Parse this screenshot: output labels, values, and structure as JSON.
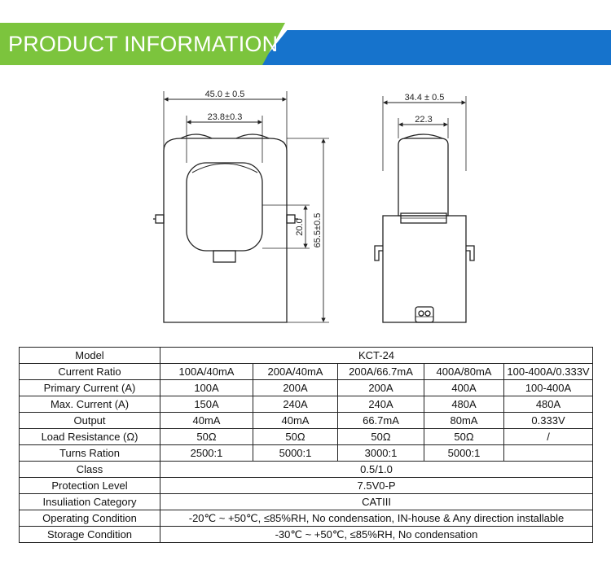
{
  "banner": {
    "title": "PRODUCT INFORMATION",
    "green": "#7cc43d",
    "blue": "#1673cc"
  },
  "dimensions": {
    "front_width": "45.0 ± 0.5",
    "front_inner": "23.8±0.3",
    "front_height": "65.5±0.5",
    "front_window": "20.0",
    "side_width": "34.4 ± 0.5",
    "side_inner": "22.3"
  },
  "table": {
    "model": {
      "label": "Model",
      "value": "KCT-24"
    },
    "current_ratio": {
      "label": "Current Ratio",
      "values": [
        "100A/40mA",
        "200A/40mA",
        "200A/66.7mA",
        "400A/80mA",
        "100-400A/0.333V"
      ]
    },
    "primary_current": {
      "label": "Primary Current (A)",
      "values": [
        "100A",
        "200A",
        "200A",
        "400A",
        "100-400A"
      ]
    },
    "max_current": {
      "label": "Max. Current (A)",
      "values": [
        "150A",
        "240A",
        "240A",
        "480A",
        "480A"
      ]
    },
    "output": {
      "label": "Output",
      "values": [
        "40mA",
        "40mA",
        "66.7mA",
        "80mA",
        "0.333V"
      ]
    },
    "load_resistance": {
      "label": "Load Resistance (Ω)",
      "values": [
        "50Ω",
        "50Ω",
        "50Ω",
        "50Ω",
        "/"
      ]
    },
    "turns_ratio": {
      "label": "Turns Ration",
      "values": [
        "2500:1",
        "5000:1",
        "3000:1",
        "5000:1",
        ""
      ]
    },
    "class": {
      "label": "Class",
      "value": "0.5/1.0"
    },
    "protection_level": {
      "label": "Protection Level",
      "value": "7.5V0-P"
    },
    "insulation_category": {
      "label": "Insuliation Category",
      "value": "CATIII"
    },
    "operating_condition": {
      "label": "Operating Condition",
      "value": "-20℃ ~ +50℃, ≤85%RH, No condensation, IN-house & Any direction installable"
    },
    "storage_condition": {
      "label": "Storage Condition",
      "value": "-30℃ ~ +50℃, ≤85%RH, No condensation"
    }
  }
}
